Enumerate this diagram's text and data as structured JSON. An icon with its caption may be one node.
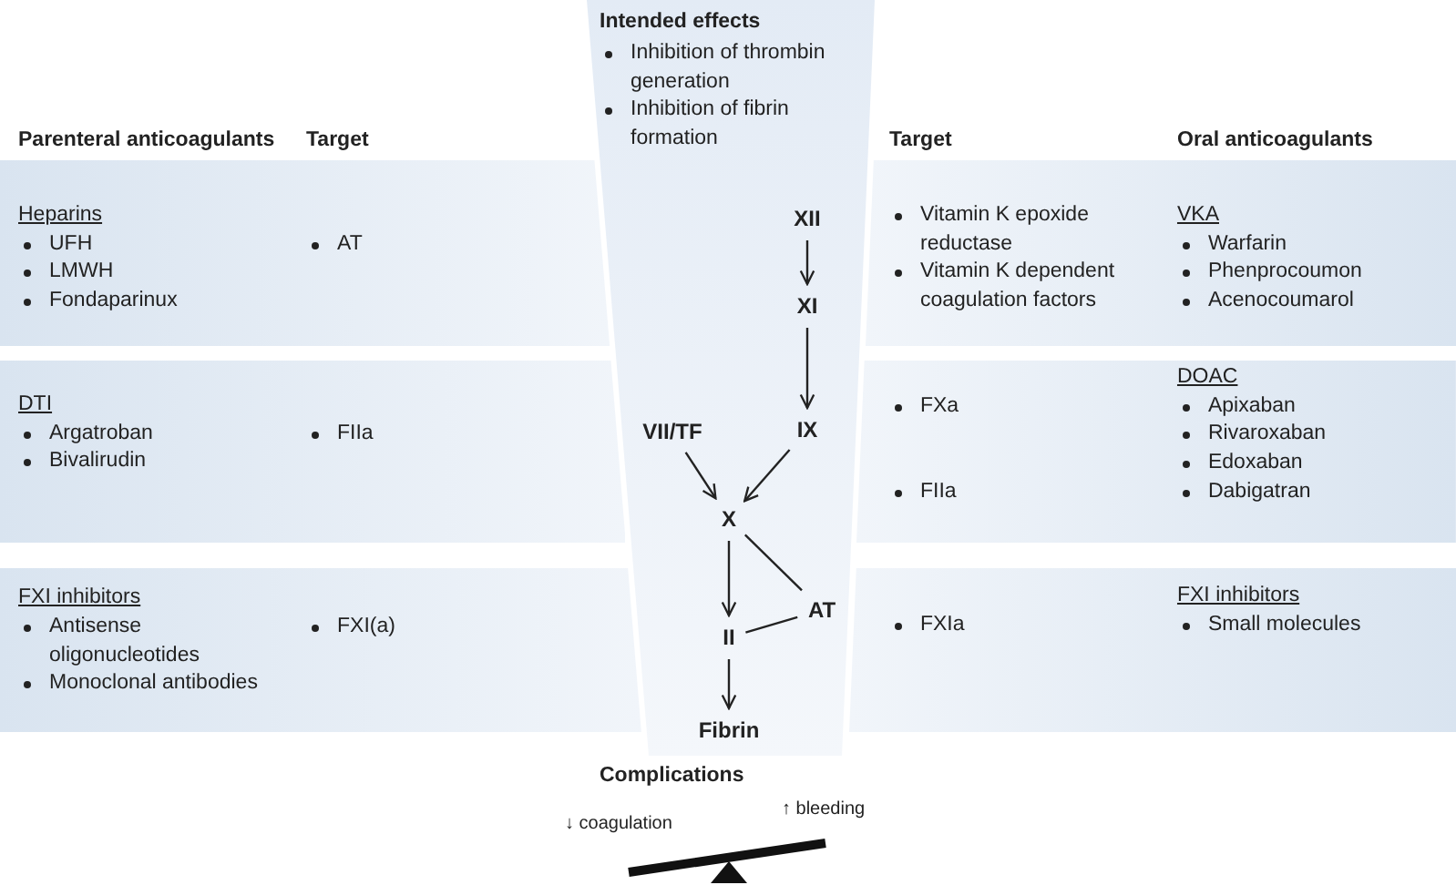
{
  "diagram": {
    "nodes": [
      {
        "text": [
          "Intended effects",
          "Inhibition of thrombin generation",
          "Inhibition of fibrin formation"
        ]
      },
      {
        "text": [
          "Heparins",
          "UFH",
          "LMWH",
          "Fondaparinux",
          "AT"
        ]
      },
      {
        "text": [
          "XII"
        ],
        "in": 0
      },
      {
        "text": [
          "XI"
        ],
        "in": 0
      },
      {
        "text": [
          "Vitamin K epoxide reductase",
          "Vitamin K dependent coagulation factors",
          "VKA",
          "Warfarin",
          "Phenprocoumon",
          "Acenocoumarol"
        ]
      },
      {
        "text": [
          "DTI",
          "Argatroban",
          "Bivalirudin",
          "FIIa"
        ]
      },
      {
        "text": [
          "VII/TF"
        ],
        "in": 0
      },
      {
        "text": [
          "IX"
        ],
        "in": 0
      },
      {
        "text": [
          "X"
        ],
        "in": 0
      },
      {
        "text": [
          "FXa",
          "FIIa",
          "DOAC",
          "Apixaban",
          "Rivaroxaban",
          "Edoxaban",
          "Dabigatran"
        ]
      },
      {
        "text": [
          "FXI inhibitors",
          "Antisense oligonucleotides",
          "Monoclonal antibodies",
          "FXI(a)"
        ]
      },
      {
        "text": [
          "AT"
        ],
        "in": 0
      },
      {
        "text": [
          "II"
        ],
        "in": 0
      },
      {
        "text": [
          "Fibrin"
        ],
        "in": 0
      },
      {
        "text": [
          "FXIa",
          "FXI inhibitors",
          "Small molecules"
        ]
      }
    ],
    "edges": [
      {
        "from": 2,
        "to": 3,
        "arrow": "to"
      },
      {
        "from": 3,
        "to": 7,
        "arrow": "to"
      },
      {
        "from": 6,
        "to": 8,
        "arrow": "to"
      },
      {
        "from": 7,
        "to": 8,
        "arrow": "to"
      },
      {
        "from": 11,
        "to": 8,
        "arrow": "none"
      },
      {
        "from": 8,
        "to": 12,
        "arrow": "to"
      },
      {
        "from": 11,
        "to": 12,
        "arrow": "none"
      },
      {
        "from": 12,
        "to": 13,
        "arrow": "to"
      }
    ],
    "labels": [
      "Parenteral anticoagulants",
      "Target",
      "Target",
      "Oral anticoagulants",
      "Complications",
      "↓ coagulation",
      "↑ bleeding"
    ]
  }
}
